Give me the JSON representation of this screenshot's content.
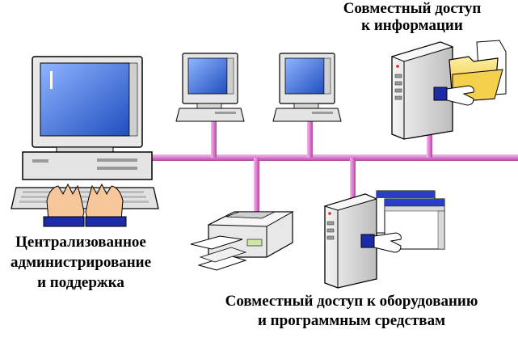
{
  "captions": {
    "shared_info": [
      "Совместный доступ",
      "к информации"
    ],
    "central_admin": [
      "Централизованное",
      "администрирование",
      "и поддержка"
    ],
    "shared_hardware": [
      "Совместный доступ к оборудованию",
      "и программным средствам"
    ]
  },
  "colors": {
    "network_cable": "#e07ad0",
    "monitor_body": "#e6e6e6",
    "screen": "#3d6fd6",
    "folder": "#f4d04c",
    "hand_cuff": "#1c2ca8"
  },
  "icons": [
    "admin-workstation",
    "client-workstation",
    "client-workstation",
    "file-server",
    "printer",
    "application-server",
    "folder-icon",
    "window-icon",
    "hand-icon"
  ]
}
